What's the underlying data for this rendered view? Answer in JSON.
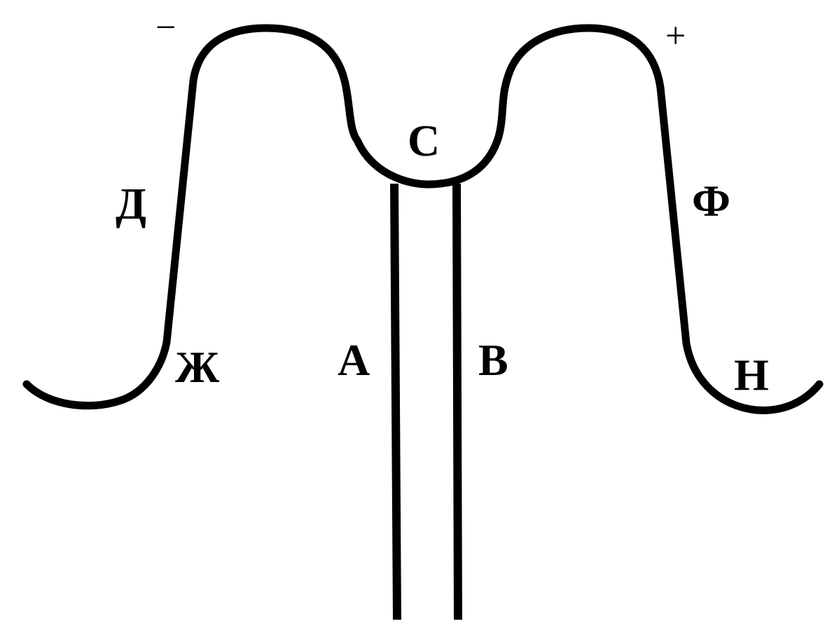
{
  "labels": {
    "minus": "−",
    "plus": "+",
    "c": "С",
    "d": "Д",
    "f": "Ф",
    "zh": "Ж",
    "a": "А",
    "v": "В",
    "n": "Н"
  },
  "colors": {
    "stroke": "#000000",
    "background": "#ffffff"
  }
}
